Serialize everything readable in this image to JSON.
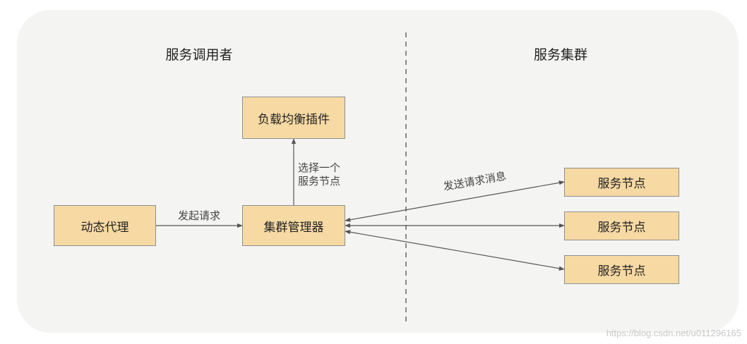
{
  "titles": {
    "left": "服务调用者",
    "right": "服务集群"
  },
  "nodes": {
    "dynamic_proxy": "动态代理",
    "cluster_manager": "集群管理器",
    "load_balancer": "负载均衡插件",
    "service_nodes": [
      "服务节点",
      "服务节点",
      "服务节点"
    ]
  },
  "edges": {
    "proxy_to_manager": "发起请求",
    "manager_to_balancer_line1": "选择一个",
    "manager_to_balancer_line2": "服务节点",
    "manager_to_nodes": "发送请求消息"
  },
  "watermark": "https://blog.csdn.net/u011296165",
  "colors": {
    "panel": "#f4f4f3",
    "box_fill": "#f6d9a3",
    "box_border": "#8f8f8f",
    "line": "#555555"
  }
}
